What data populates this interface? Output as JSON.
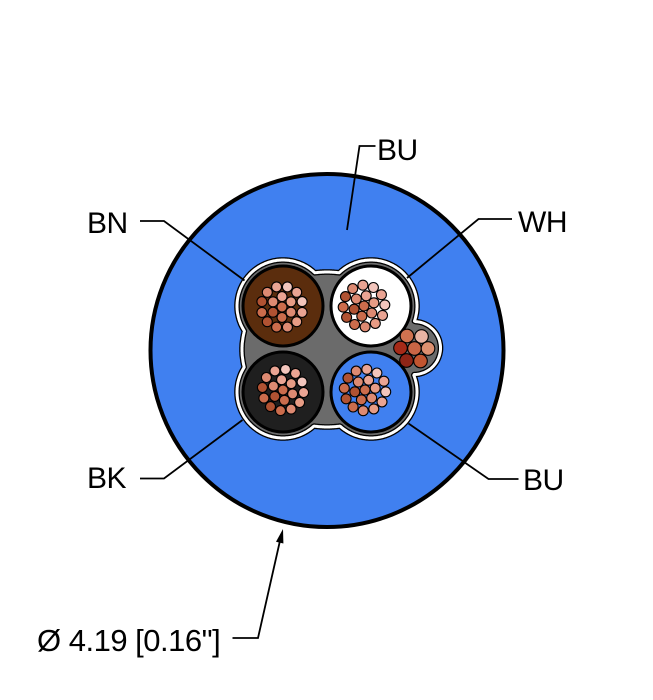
{
  "diagram": {
    "type": "cable-cross-section",
    "dimension_label": "Ø 4.19 [0.16\"]",
    "labels": {
      "jacket": "BU",
      "conductor_brown": "BN",
      "conductor_white": "WH",
      "conductor_black": "BK",
      "conductor_blue": "BU"
    },
    "colors": {
      "background": "#FFFFFF",
      "outline": "#000000",
      "jacket": "#4080F0",
      "filler_gray": "#6B6B6B",
      "tape_white": "#FFFFFF",
      "conductor_brown": "#5B2D0D",
      "conductor_white": "#FFFFFF",
      "conductor_black": "#1F1F1F",
      "conductor_blue": "#4080F0"
    },
    "strands": {
      "palette": [
        "#f2c5bc",
        "#eaa493",
        "#dd8a72",
        "#cb6c4c",
        "#b05232",
        "#e79c85"
      ],
      "center_index": 3,
      "ring1_indices": [
        1,
        5,
        2,
        3,
        4,
        2
      ],
      "ring2_indices": [
        0,
        1,
        0,
        1,
        5,
        2,
        3,
        4,
        3,
        4,
        2,
        1
      ]
    },
    "drain_wire": {
      "strand_colors": [
        "#cf7250",
        "#eab4a4",
        "#a62a18",
        "#c96545",
        "#dd9070",
        "#8f2517",
        "#c25530"
      ]
    }
  }
}
